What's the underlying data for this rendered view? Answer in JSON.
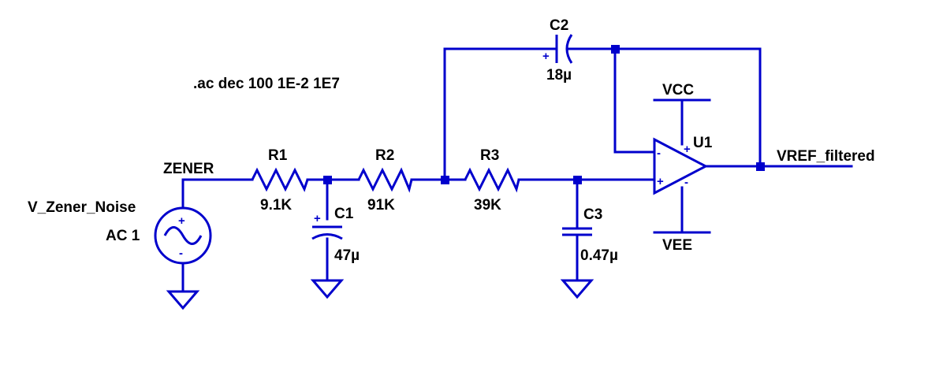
{
  "directive": ".ac dec 100 1E-2 1E7",
  "nets": {
    "input": "ZENER",
    "output": "VREF_filtered",
    "positive_supply": "VCC",
    "negative_supply": "VEE"
  },
  "source": {
    "name": "V_Zener_Noise",
    "value": "AC 1"
  },
  "resistors": {
    "r1": {
      "name": "R1",
      "value": "9.1K"
    },
    "r2": {
      "name": "R2",
      "value": "91K"
    },
    "r3": {
      "name": "R3",
      "value": "39K"
    }
  },
  "capacitors": {
    "c1": {
      "name": "C1",
      "value": "47µ"
    },
    "c2": {
      "name": "C2",
      "value": "18µ"
    },
    "c3": {
      "name": "C3",
      "value": "0.47µ"
    }
  },
  "opamp": {
    "name": "U1"
  },
  "colors": {
    "wire": "#0000cc",
    "text": "#000000",
    "background": "#ffffff"
  }
}
